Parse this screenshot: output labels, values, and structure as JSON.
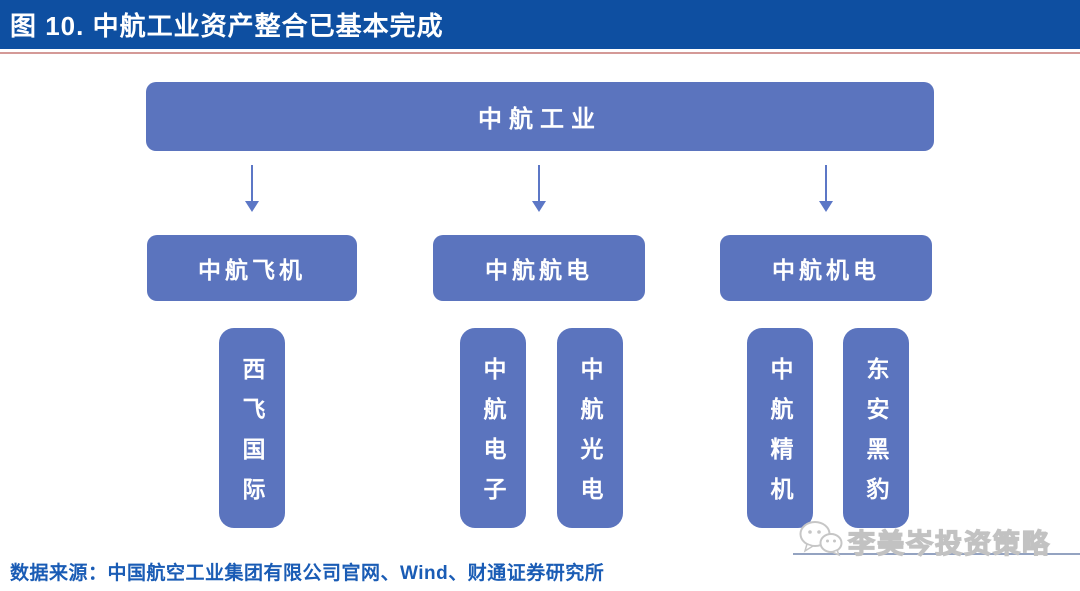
{
  "figure": {
    "title": "图 10. 中航工业资产整合已基本完成",
    "source": "数据来源：中国航空工业集团有限公司官网、Wind、财通证券研究所",
    "watermark": "李美岑投资策略"
  },
  "org_chart": {
    "root": {
      "label": "中航工业"
    },
    "groups": [
      {
        "parent": "中航飞机",
        "children": [
          "西飞国际"
        ]
      },
      {
        "parent": "中航航电",
        "children": [
          "中航电子",
          "中航光电"
        ]
      },
      {
        "parent": "中航机电",
        "children": [
          "中航精机",
          "东安黑豹"
        ]
      }
    ]
  },
  "colors": {
    "title_bar_bg": "#0E4FA1",
    "title_text": "#FFFFFF",
    "title_underline": "#D49997",
    "box_fill": "#5B74BE",
    "box_text": "#FFFFFF",
    "arrow": "#5C77C6",
    "source_text": "#1A5CB5",
    "watermark_line": "#8193B6",
    "watermark_text": "#D8D8D8"
  }
}
